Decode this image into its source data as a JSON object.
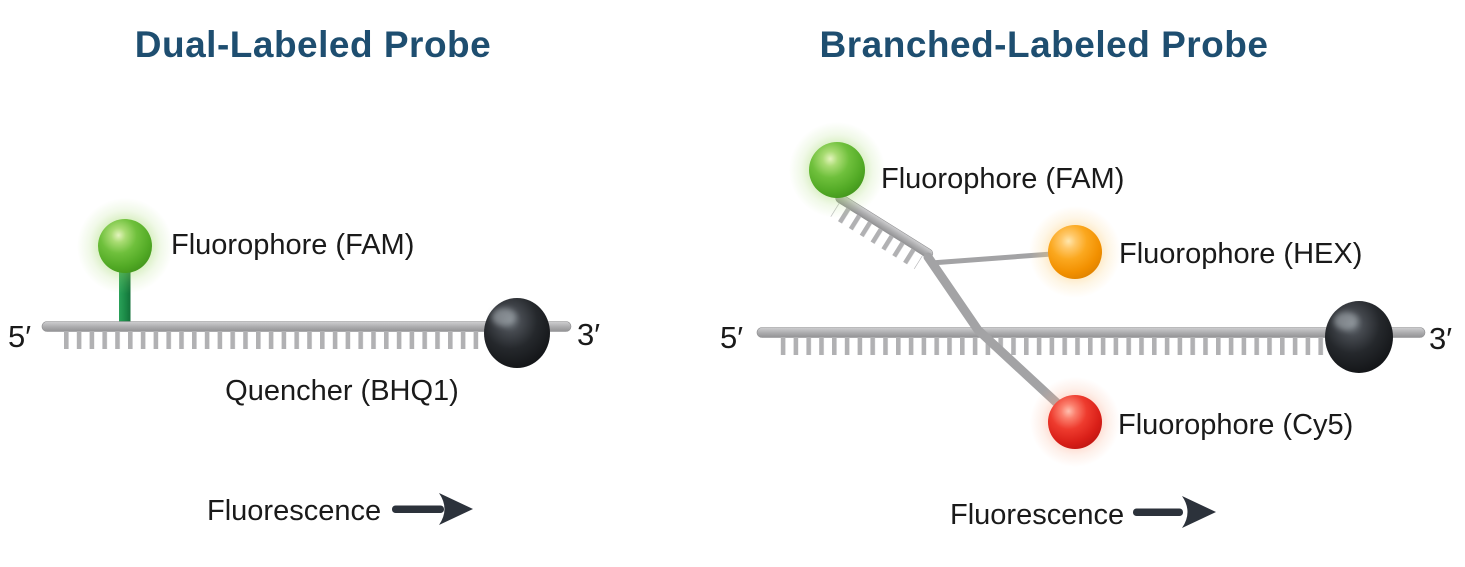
{
  "left": {
    "title": "Dual-Labeled Probe",
    "five_prime": "5′",
    "three_prime": "3′",
    "fam_label": "Fluorophore (FAM)",
    "quencher_label": "Quencher (BHQ1)",
    "fluorescence_label": "Fluorescence"
  },
  "right": {
    "title": "Branched-Labeled Probe",
    "five_prime": "5′",
    "three_prime": "3′",
    "fam_label": "Fluorophore (FAM)",
    "hex_label": "Fluorophore (HEX)",
    "cy5_label": "Fluorophore (Cy5)",
    "fluorescence_label": "Fluorescence"
  },
  "colors": {
    "title": "#1e4e70",
    "text": "#1a1a1a",
    "strand_gray": "#ababad",
    "fam_green": "#5cb52e",
    "stem_green": "#1f9149",
    "hex_orange": "#f89d0e",
    "cy5_red": "#e62b22",
    "quencher_black": "#1b1d20",
    "arrow_dark": "#2c323b"
  }
}
